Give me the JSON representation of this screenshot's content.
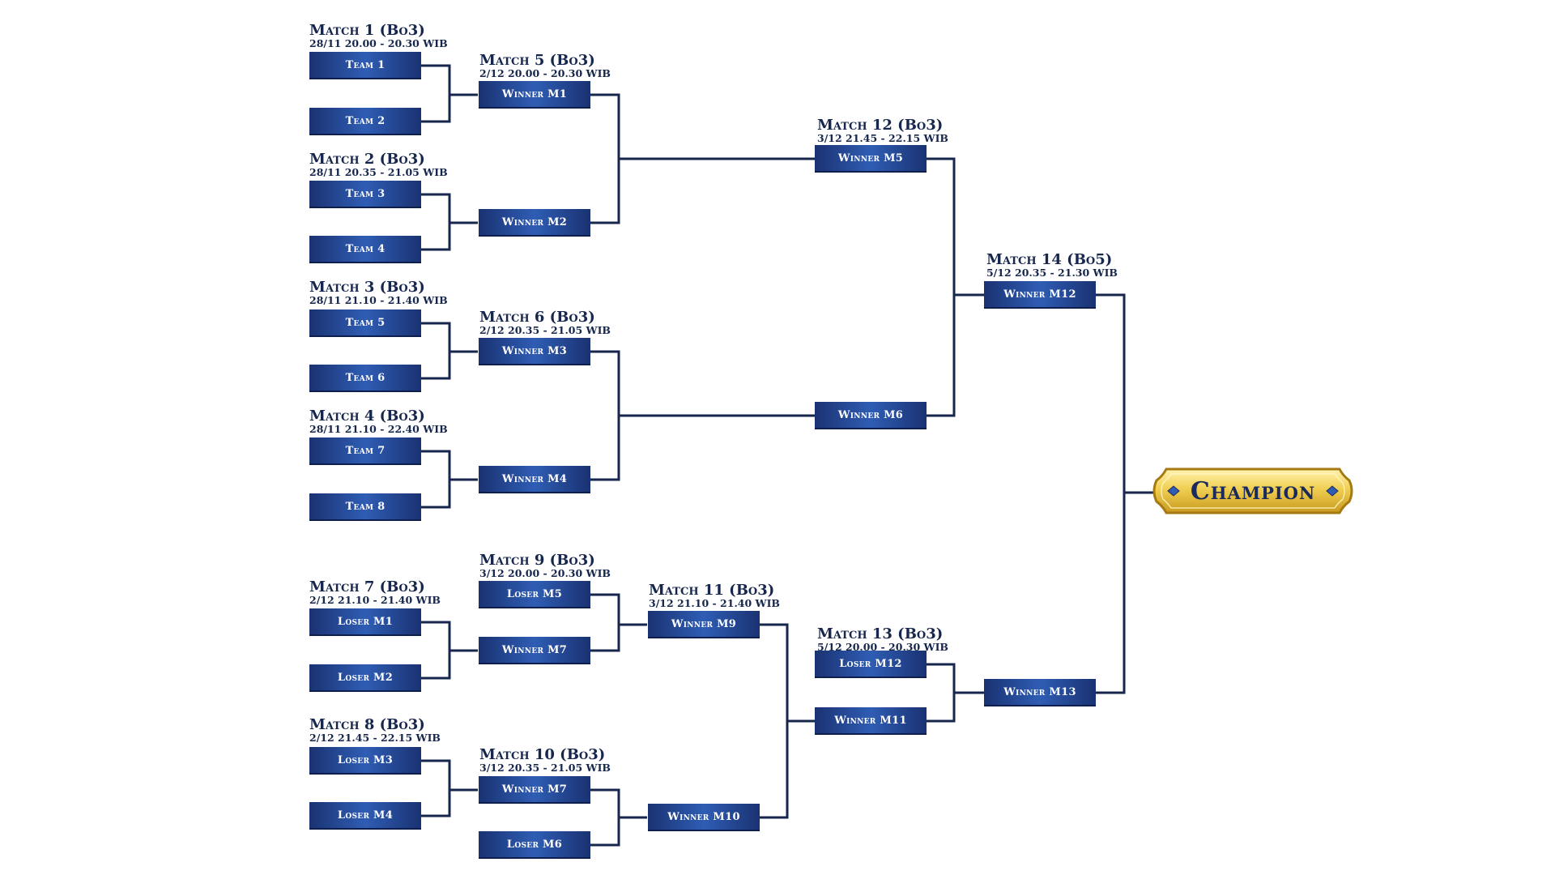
{
  "matches": {
    "m1": {
      "title": "Match 1 (Bo3)",
      "schedule": "28/11 20.00 - 20.30 WIB"
    },
    "m2": {
      "title": "Match 2 (Bo3)",
      "schedule": "28/11 20.35 - 21.05 WIB"
    },
    "m3": {
      "title": "Match 3 (Bo3)",
      "schedule": "28/11 21.10 - 21.40 WIB"
    },
    "m4": {
      "title": "Match 4 (Bo3)",
      "schedule": "28/11 21.10 - 22.40 WIB"
    },
    "m5": {
      "title": "Match 5 (Bo3)",
      "schedule": "2/12 20.00 - 20.30 WIB"
    },
    "m6": {
      "title": "Match 6 (Bo3)",
      "schedule": "2/12 20.35 - 21.05 WIB"
    },
    "m7": {
      "title": "Match 7 (Bo3)",
      "schedule": "2/12 21.10 - 21.40 WIB"
    },
    "m8": {
      "title": "Match 8 (Bo3)",
      "schedule": "2/12 21.45 - 22.15 WIB"
    },
    "m9": {
      "title": "Match 9 (Bo3)",
      "schedule": "3/12 20.00 - 20.30 WIB"
    },
    "m10": {
      "title": "Match 10 (Bo3)",
      "schedule": "3/12 20.35 - 21.05 WIB"
    },
    "m11": {
      "title": "Match 11 (Bo3)",
      "schedule": "3/12 21.10 - 21.40 WIB"
    },
    "m12": {
      "title": "Match 12 (Bo3)",
      "schedule": "3/12 21.45 - 22.15 WIB"
    },
    "m13": {
      "title": "Match 13 (Bo3)",
      "schedule": "5/12 20.00 - 20.30 WIB"
    },
    "m14": {
      "title": "Match 14 (Bo5)",
      "schedule": "5/12 20.35 - 21.30 WIB"
    }
  },
  "slots": {
    "team1": "Team 1",
    "team2": "Team 2",
    "team3": "Team 3",
    "team4": "Team 4",
    "team5": "Team 5",
    "team6": "Team 6",
    "team7": "Team 7",
    "team8": "Team 8",
    "r2_m5_top": "Winner M1",
    "r2_m5_bot": "Winner M2",
    "r2_m6_top": "Winner M3",
    "r2_m6_bot": "Winner M4",
    "r3_m12_top": "Winner M5",
    "r3_m12_bot": "Winner M6",
    "final_top": "Winner M12",
    "final_bot": "Winner M13",
    "m7_top": "Loser M1",
    "m7_bot": "Loser M2",
    "m8_top": "Loser M3",
    "m8_bot": "Loser M4",
    "m9_top": "Loser M5",
    "m9_bot": "Winner M7",
    "m10_top": "Winner M7",
    "m10_bot": "Loser M6",
    "m11_top": "Winner M9",
    "m11_bot": "Winner M10",
    "m13_top": "Loser M12",
    "m13_bot": "Winner M11"
  },
  "champion": {
    "label": "Champion"
  },
  "colors": {
    "line": "#16264d",
    "slot_dark": "#1a3272",
    "slot_light": "#2f5db4",
    "gold": "#e8c64a"
  }
}
